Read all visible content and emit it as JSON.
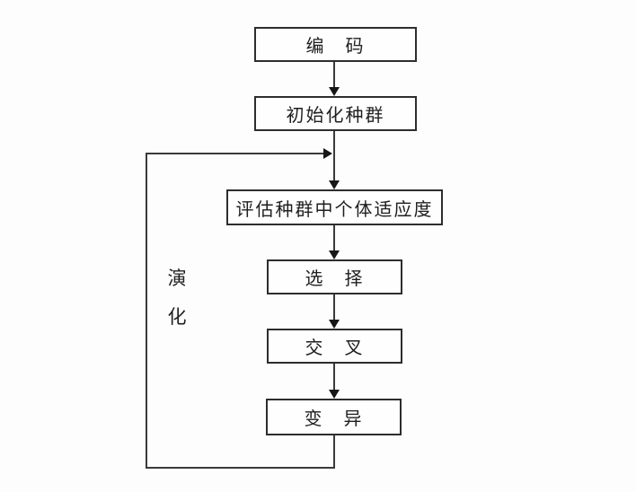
{
  "diagram": {
    "nodes": [
      {
        "id": "encode",
        "label": "编　码"
      },
      {
        "id": "init",
        "label": "初始化种群"
      },
      {
        "id": "evaluate",
        "label": "评估种群中个体适应度"
      },
      {
        "id": "select",
        "label": "选　择"
      },
      {
        "id": "crossover",
        "label": "交　叉"
      },
      {
        "id": "mutate",
        "label": "变　异"
      }
    ],
    "flow": [
      "encode -> init",
      "init -> evaluate",
      "evaluate -> select",
      "select -> crossover",
      "crossover -> mutate",
      "mutate -> evaluate (loop)"
    ],
    "loop_label": {
      "line1": "演",
      "line2": "化"
    },
    "colors": {
      "line": "#3a3a3a",
      "arrowhead": "#161616",
      "box_border": "#2d2d2d",
      "text": "#1f1f1f",
      "background": "#fdfdfd"
    }
  }
}
